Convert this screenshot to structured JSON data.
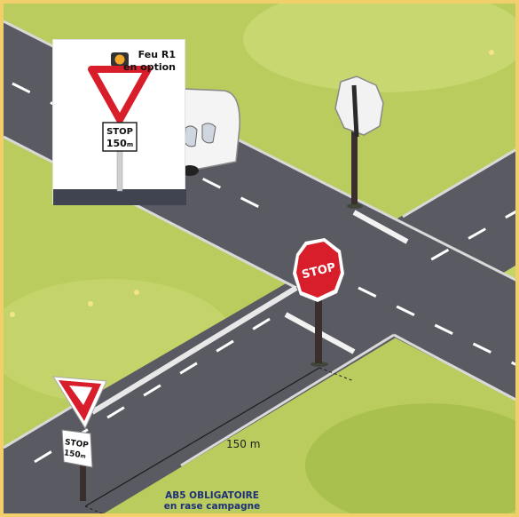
{
  "inset": {
    "title_line1": "Feu R1",
    "title_line2": "en option",
    "plate_line1": "STOP",
    "plate_line2_value": "150",
    "plate_line2_unit": "m"
  },
  "stop_sign": {
    "text": "STOP"
  },
  "front_plate": {
    "line1": "STOP",
    "line2_value": "150",
    "line2_unit": "m"
  },
  "distance_label": "150 m",
  "note": {
    "line1": "AB5 OBLIGATOIRE",
    "line2": "en rase campagne"
  },
  "colors": {
    "background_grass": "#b9cc5d",
    "road": "#5a5a62",
    "sign_red": "#d81e2a",
    "frame": "#f1cf6b",
    "note_text": "#1d2f7a"
  }
}
